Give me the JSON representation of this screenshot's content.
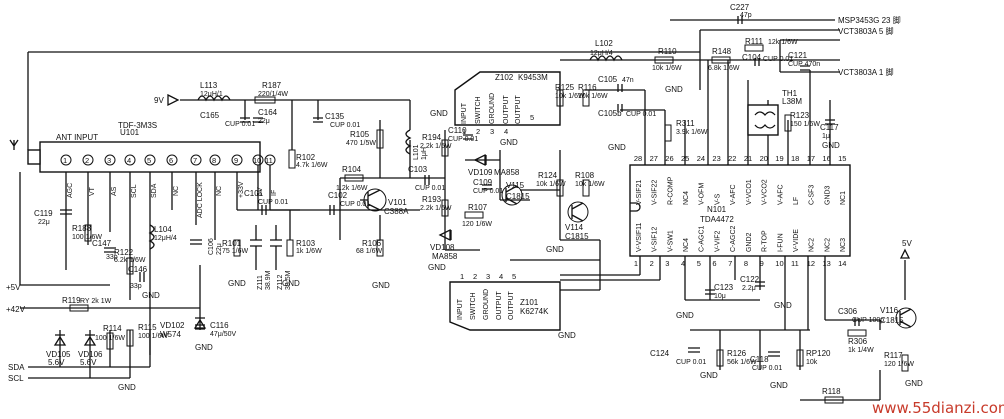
{
  "schematic": {
    "external_refs": [
      "MSP3453G 23 脚",
      "VCT3803A 5 脚",
      "VCT3803A 1 脚"
    ],
    "tuner": {
      "ref": "U101",
      "part": "TDF-3M3S",
      "input_label": "ANT INPUT",
      "pins": [
        {
          "n": "1",
          "name": "AGC"
        },
        {
          "n": "2",
          "name": "VT"
        },
        {
          "n": "3",
          "name": "AS"
        },
        {
          "n": "4",
          "name": "SCL"
        },
        {
          "n": "5",
          "name": "SDA"
        },
        {
          "n": "6",
          "name": "NC"
        },
        {
          "n": "7",
          "name": "ADC LOCK"
        },
        {
          "n": "8",
          "name": "NC"
        },
        {
          "n": "9",
          "name": "+33V"
        },
        {
          "n": "10",
          "name": "5V"
        },
        {
          "n": "11",
          "name": "IF"
        }
      ]
    },
    "ic": {
      "ref": "N101",
      "part": "TDA4472",
      "top_pins": [
        {
          "n": "28",
          "name": "V-SIF21"
        },
        {
          "n": "27",
          "name": "V-SIF22"
        },
        {
          "n": "26",
          "name": "R-COMP"
        },
        {
          "n": "25",
          "name": "NC4"
        },
        {
          "n": "24",
          "name": "V-OFM"
        },
        {
          "n": "23",
          "name": "V-S"
        },
        {
          "n": "22",
          "name": "V-AFC"
        },
        {
          "n": "21",
          "name": "V-VCO1"
        },
        {
          "n": "20",
          "name": "V-VCO2"
        },
        {
          "n": "19",
          "name": "V-AFC"
        },
        {
          "n": "18",
          "name": "LF"
        },
        {
          "n": "17",
          "name": "C-SF3"
        },
        {
          "n": "16",
          "name": "GND3"
        },
        {
          "n": "15",
          "name": "NC1"
        }
      ],
      "bottom_pins": [
        {
          "n": "1",
          "name": "V-VSIF11"
        },
        {
          "n": "2",
          "name": "V-SIF12"
        },
        {
          "n": "3",
          "name": "V-SW1"
        },
        {
          "n": "4",
          "name": "NC4"
        },
        {
          "n": "5",
          "name": "C-AGC1"
        },
        {
          "n": "6",
          "name": "V-VIF2"
        },
        {
          "n": "7",
          "name": "C-AGC2"
        },
        {
          "n": "8",
          "name": "GND2"
        },
        {
          "n": "9",
          "name": "R-TOP"
        },
        {
          "n": "10",
          "name": "I-FUN"
        },
        {
          "n": "11",
          "name": "V-VIDE"
        },
        {
          "n": "12",
          "name": "NC2"
        },
        {
          "n": "13",
          "name": "NC2"
        },
        {
          "n": "14",
          "name": "NC3"
        }
      ]
    },
    "saw_top": {
      "ref": "Z102",
      "part": "K9453M",
      "pins": [
        "INPUT",
        "SWITCH",
        "GROUND",
        "OUTPUT",
        "OUTPUT"
      ],
      "pin_nums": [
        "1",
        "2",
        "3",
        "4",
        "5"
      ]
    },
    "saw_bottom": {
      "ref": "Z101",
      "part": "K6274K",
      "pins": [
        "INPUT",
        "SWITCH",
        "GROUND",
        "OUTPUT",
        "OUTPUT"
      ],
      "pin_nums": [
        "1",
        "2",
        "3",
        "4",
        "5"
      ]
    },
    "transistors": [
      {
        "ref": "V101",
        "part": "C388A"
      },
      {
        "ref": "V115",
        "part": "C1815"
      },
      {
        "ref": "V114",
        "part": "C1815"
      },
      {
        "ref": "V116",
        "part": "C1815"
      }
    ],
    "diodes": [
      {
        "ref": "VD109",
        "part": "MA858"
      },
      {
        "ref": "VD108",
        "part": "MA858"
      },
      {
        "ref": "VD102",
        "part": "W574"
      },
      {
        "ref": "VD105",
        "part": "5.6V"
      },
      {
        "ref": "VD106",
        "part": "5.6V"
      }
    ],
    "filters": [
      {
        "ref": "Z111",
        "part": "38.9M"
      },
      {
        "ref": "Z112",
        "part": "30.5M"
      },
      {
        "ref": "TH1",
        "part": "L38M"
      }
    ],
    "inductors": [
      {
        "ref": "L113",
        "value": "12μH/1"
      },
      {
        "ref": "L102",
        "value": "12μH/4"
      },
      {
        "ref": "L101",
        "value": "1μH"
      },
      {
        "ref": "L104",
        "value": "12μH/4"
      }
    ],
    "resistors": [
      {
        "ref": "R187",
        "value": "220/1/4W"
      },
      {
        "ref": "R102",
        "value": "4.7k 1/6W"
      },
      {
        "ref": "R105",
        "value": "470 1/5W"
      },
      {
        "ref": "R104",
        "value": "1.2k 1/6W"
      },
      {
        "ref": "R103",
        "value": "1k 1/6W"
      },
      {
        "ref": "R101",
        "value": "75 1/6W"
      },
      {
        "ref": "R106",
        "value": "68 1/6W"
      },
      {
        "ref": "R194",
        "value": "2.2k 1/5W"
      },
      {
        "ref": "R193",
        "value": "2.2k 1/6W"
      },
      {
        "ref": "R107",
        "value": "120 1/6W"
      },
      {
        "ref": "R125",
        "value": "10k 1/6W"
      },
      {
        "ref": "R116",
        "value": "10k 1/6W"
      },
      {
        "ref": "R124",
        "value": "10k 1/6W"
      },
      {
        "ref": "R108",
        "value": "10k 1/6W"
      },
      {
        "ref": "R110",
        "value": "10k 1/6W"
      },
      {
        "ref": "R148",
        "value": "6.8k 1/6W"
      },
      {
        "ref": "R111",
        "value": "12k 1/6W"
      },
      {
        "ref": "R311",
        "value": "3.9k 1/6W"
      },
      {
        "ref": "R123",
        "value": "150 1/6W"
      },
      {
        "ref": "R188",
        "value": "100 1/6W"
      },
      {
        "ref": "R122",
        "value": "6.2k 1/6W"
      },
      {
        "ref": "R119",
        "value": "RY 2k 1W"
      },
      {
        "ref": "R114",
        "value": "100 1/6W"
      },
      {
        "ref": "R115",
        "value": "100 1/6W"
      },
      {
        "ref": "R126",
        "value": "56k 1/6W"
      },
      {
        "ref": "RP120",
        "value": "10k"
      },
      {
        "ref": "R306",
        "value": "1k 1/4W"
      },
      {
        "ref": "R117",
        "value": "120 1/6W"
      },
      {
        "ref": "R118",
        "value": ""
      }
    ],
    "capacitors": [
      {
        "ref": "C227",
        "value": "47p"
      },
      {
        "ref": "C165",
        "value": "CUP 0.01"
      },
      {
        "ref": "C164",
        "value": "22μ"
      },
      {
        "ref": "C135",
        "value": "CUP 0.01"
      },
      {
        "ref": "C101",
        "value": "CUP 0.01"
      },
      {
        "ref": "C102",
        "value": "CUP 0.01"
      },
      {
        "ref": "C103",
        "value": "CUP 0.01"
      },
      {
        "ref": "C110",
        "value": "CUP 0.01"
      },
      {
        "ref": "C109",
        "value": "CUP 0.01"
      },
      {
        "ref": "C105",
        "value": "47n"
      },
      {
        "ref": "C105b",
        "value": "CUP 0.01"
      },
      {
        "ref": "C104",
        "value": "CUP 0.01"
      },
      {
        "ref": "C121",
        "value": "CUP 470n"
      },
      {
        "ref": "C117",
        "value": "1μ"
      },
      {
        "ref": "C119",
        "value": "22μ"
      },
      {
        "ref": "C147",
        "value": "33p"
      },
      {
        "ref": "C106",
        "value": "22μ"
      },
      {
        "ref": "C146",
        "value": "33p"
      },
      {
        "ref": "C116",
        "value": "47μ/50V"
      },
      {
        "ref": "C123",
        "value": "10μ"
      },
      {
        "ref": "C122",
        "value": "2.2μ"
      },
      {
        "ref": "C124",
        "value": "CUP 0.01"
      },
      {
        "ref": "C118",
        "value": "CUP 0.01"
      },
      {
        "ref": "C306",
        "value": "CUP 100p"
      }
    ],
    "supplies": [
      {
        "name": "9V"
      },
      {
        "name": "+5V"
      },
      {
        "name": "+42V"
      },
      {
        "name": "5V"
      },
      {
        "name": "SDA"
      },
      {
        "name": "SCL"
      },
      {
        "name": "GND"
      }
    ],
    "watermark": "www.55dianzi.com"
  }
}
